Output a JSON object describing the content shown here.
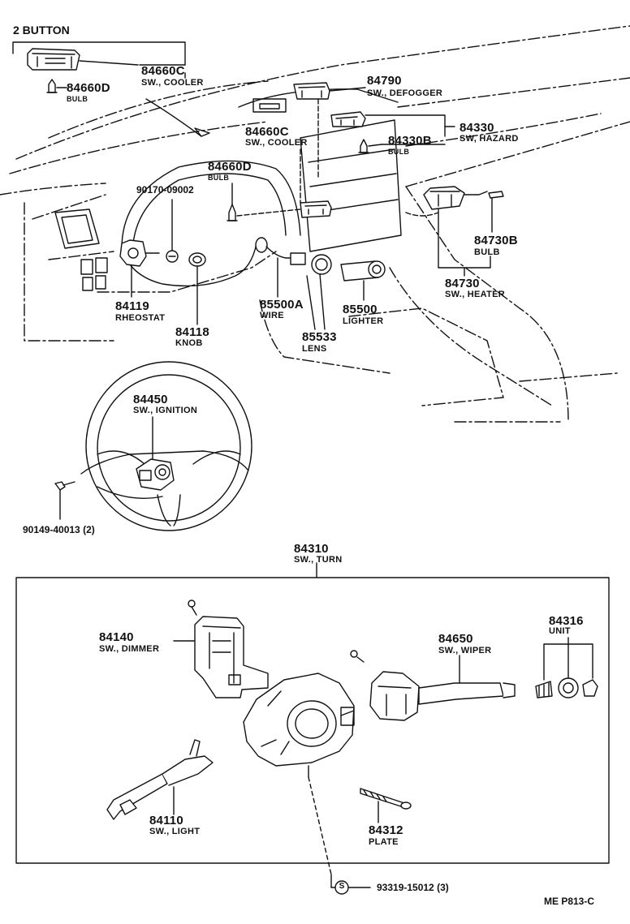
{
  "header": {
    "title": "2 BUTTON"
  },
  "parts": {
    "p84660C_top": {
      "number": "84660C",
      "desc": "SW., COOLER"
    },
    "p84660D_top": {
      "number": "84660D",
      "desc": "BULB"
    },
    "p84790": {
      "number": "84790",
      "desc": "SW., DEFOGGER"
    },
    "p84660C_mid": {
      "number": "84660C",
      "desc": "SW., COOLER"
    },
    "p84330": {
      "number": "84330",
      "desc": "SW, HAZARD"
    },
    "p84330B": {
      "number": "84330B",
      "desc": "BULB"
    },
    "p84660D_mid": {
      "number": "84660D",
      "desc": "BULB"
    },
    "p90170": {
      "number": "90170-09002"
    },
    "p84730B": {
      "number": "84730B",
      "desc": "BULB"
    },
    "p84730": {
      "number": "84730",
      "desc": "SW., HEATER"
    },
    "p84119": {
      "number": "84119",
      "desc": "RHEOSTAT"
    },
    "p84118": {
      "number": "84118",
      "desc": "KNOB"
    },
    "p85500A": {
      "number": "85500A",
      "desc": "WIRE"
    },
    "p85500": {
      "number": "85500",
      "desc": "LIGHTER"
    },
    "p85533": {
      "number": "85533",
      "desc": "LENS"
    },
    "p84450": {
      "number": "84450",
      "desc": "SW., IGNITION"
    },
    "p90149": {
      "number": "90149-40013 (2)"
    },
    "p84310": {
      "number": "84310",
      "desc": "SW., TURN"
    },
    "p84140": {
      "number": "84140",
      "desc": "SW., DIMMER"
    },
    "p84650": {
      "number": "84650",
      "desc": "SW., WIPER"
    },
    "p84316": {
      "number": "84316",
      "desc": "UNIT"
    },
    "p84110": {
      "number": "84110",
      "desc": "SW., LIGHT"
    },
    "p84312": {
      "number": "84312",
      "desc": "PLATE"
    },
    "p93319": {
      "symbol": "S",
      "number": "93319-15012 (3)"
    }
  },
  "footer": {
    "ref": "ME P813-C"
  }
}
